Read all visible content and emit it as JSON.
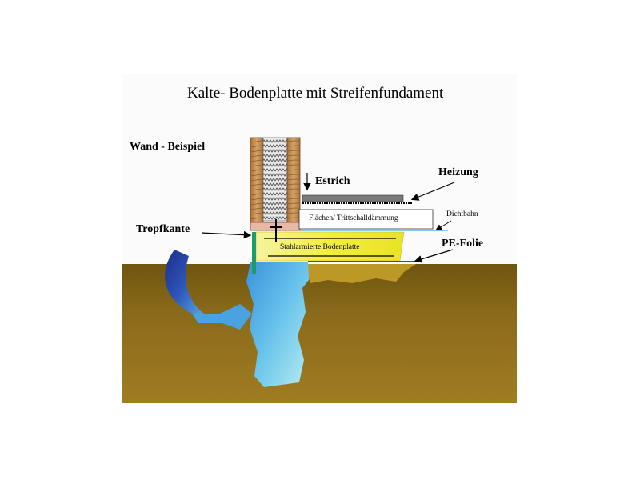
{
  "diagram": {
    "title": "Kalte- Bodenplatte mit Streifenfundament",
    "labels": {
      "wand": "Wand - Beispiel",
      "estrich": "Estrich",
      "heizung": "Heizung",
      "daemmung": "Flächen/ Trittschalldämmung",
      "dichtbahn": "Dichtbahn",
      "tropfkante": "Tropfkante",
      "bodenplatte": "Stahlarmierte Bodenplatte",
      "pe_folie": "PE-Folie"
    },
    "colors": {
      "soil": "#8a6a1b",
      "soil_dark": "#6f5510",
      "foundation_top": "#3f9be0",
      "foundation_bottom": "#aee6f0",
      "slab": "#f3f03a",
      "wood": "#c08a4e",
      "heating": "#7a7a7a",
      "water_arrow": "#2b3a9a",
      "water_arrow_light": "#4aa2e0",
      "frame_bg": "#fbfbfb"
    }
  }
}
